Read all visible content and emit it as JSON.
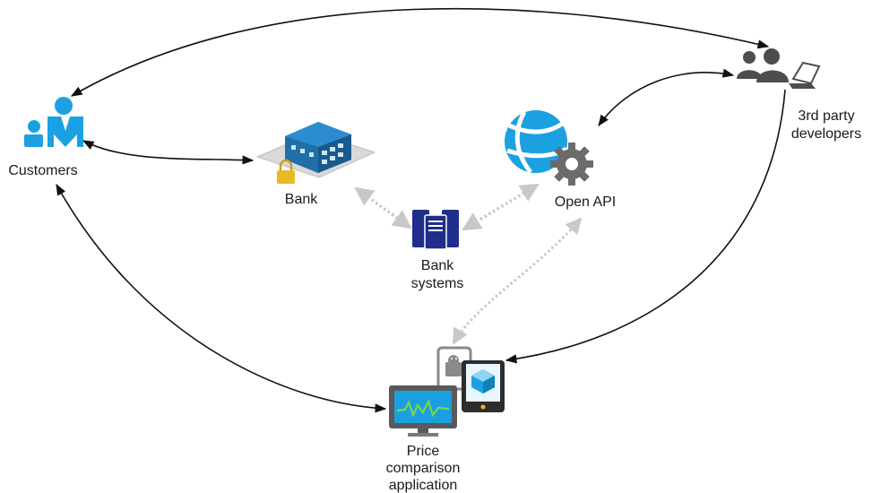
{
  "nodes": {
    "customers": {
      "label": "Customers"
    },
    "bank": {
      "label": "Bank"
    },
    "open_api": {
      "label": "Open API"
    },
    "developers": {
      "lines": [
        "3rd party",
        "developers"
      ]
    },
    "bank_systems": {
      "lines": [
        "Bank",
        "systems"
      ]
    },
    "price_app": {
      "lines": [
        "Price",
        "comparison",
        "application"
      ]
    }
  },
  "colors": {
    "azure_blue": "#1ba1e2",
    "navy": "#1f2e8a",
    "bank_blue": "#1f6fa8",
    "gear_gray": "#6b6b6b",
    "people_gray": "#4d4d4d",
    "arrow_black": "#111111",
    "dotted_gray": "#c8c8c8",
    "monitor_green": "#7fd34a"
  },
  "connections": [
    {
      "from": "customers",
      "to": "developers",
      "style": "solid"
    },
    {
      "from": "customers",
      "to": "bank",
      "style": "solid"
    },
    {
      "from": "customers",
      "to": "price_app",
      "style": "solid"
    },
    {
      "from": "developers",
      "to": "open_api",
      "style": "solid"
    },
    {
      "from": "developers",
      "to": "price_app",
      "style": "solid"
    },
    {
      "from": "bank",
      "to": "bank_systems",
      "style": "dotted"
    },
    {
      "from": "bank_systems",
      "to": "open_api",
      "style": "dotted"
    },
    {
      "from": "open_api",
      "to": "price_app",
      "style": "dotted"
    }
  ]
}
